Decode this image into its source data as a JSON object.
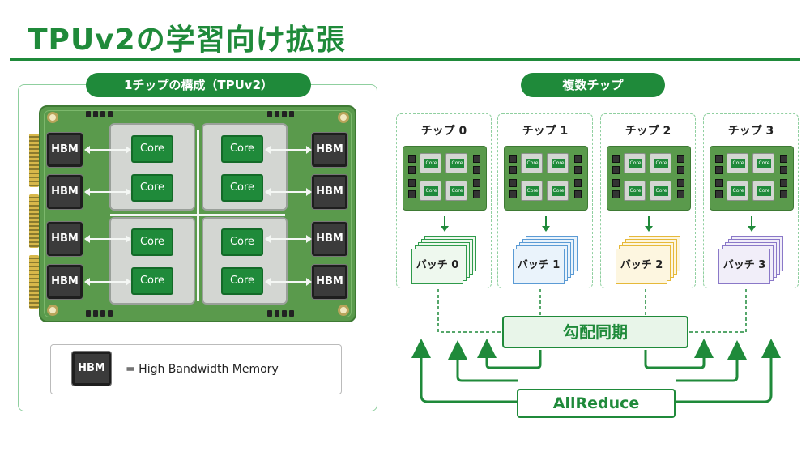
{
  "title": "TPUv2の学習向け拡張",
  "left_section": {
    "heading": "1チップの構成（TPUv2）",
    "core_label": "Core",
    "hbm_label": "HBM",
    "legend": {
      "hbm_label": "HBM",
      "text": "=  High Bandwidth Memory"
    }
  },
  "right_section": {
    "heading": "複数チップ",
    "chips": [
      {
        "label": "チップ 0",
        "batch": "バッチ 0",
        "batch_color": "#2e9a4a",
        "batch_fill": "#eef8ee"
      },
      {
        "label": "チップ 1",
        "batch": "バッチ 1",
        "batch_color": "#5b9bd5",
        "batch_fill": "#eaf3fb"
      },
      {
        "label": "チップ 2",
        "batch": "バッチ 2",
        "batch_color": "#e6b93a",
        "batch_fill": "#fdf6e0"
      },
      {
        "label": "チップ 3",
        "batch": "バッチ 3",
        "batch_color": "#8a78c8",
        "batch_fill": "#f1eef9"
      }
    ],
    "mini_core_label": "Core",
    "gradient_sync": "勾配同期",
    "allreduce": "AllReduce"
  },
  "colors": {
    "accent": "#1f8a3a",
    "board": "#5a9a4c",
    "hbm": "#3b3b3b"
  }
}
